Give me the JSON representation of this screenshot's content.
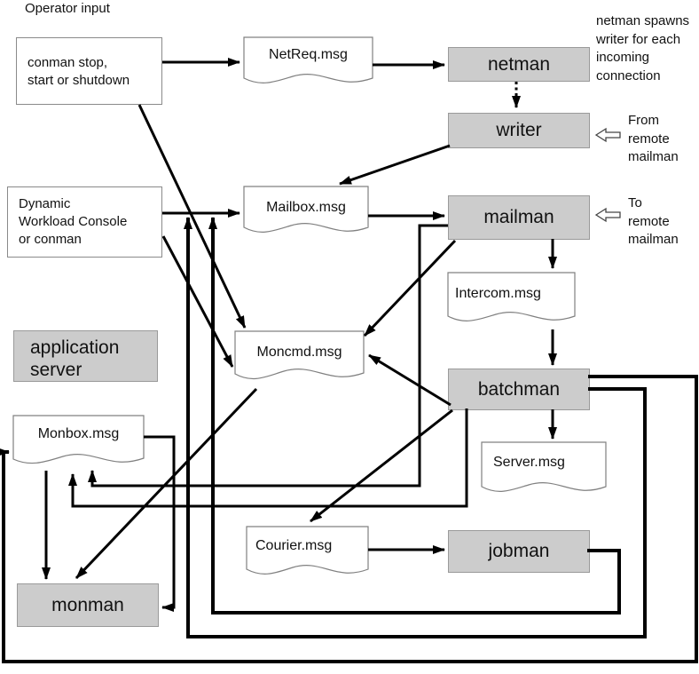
{
  "labels": {
    "operator_input": "Operator input",
    "application_server": "application\nserver"
  },
  "processes": {
    "netman": "netman",
    "writer": "writer",
    "mailman": "mailman",
    "batchman": "batchman",
    "jobman": "jobman",
    "monman": "monman"
  },
  "inputs": {
    "conman": "conman stop,\nstart or shutdown",
    "dwc": "Dynamic\nWorkload Console\nor conman"
  },
  "files": {
    "netreq": "NetReq.msg",
    "mailbox": "Mailbox.msg",
    "intercom": "Intercom.msg",
    "moncmd": "Moncmd.msg",
    "server": "Server.msg",
    "monbox": "Monbox.msg",
    "courier": "Courier.msg"
  },
  "annotations": {
    "netman_note": "netman spawns\nwriter for each\nincoming\nconnection",
    "from_remote": "From\nremote\nmailman",
    "to_remote": "To\nremote\nmailman"
  },
  "colors": {
    "process_fill": "#cccccc",
    "line": "#000000",
    "doc_border": "#808080"
  }
}
